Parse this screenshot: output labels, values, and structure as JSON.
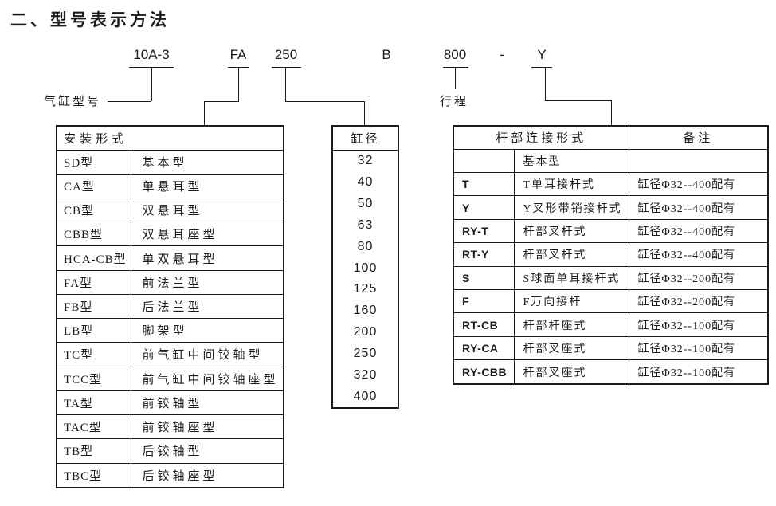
{
  "title": "二、型号表示方法",
  "colors": {
    "ink": "#1c1c1c",
    "background": "#ffffff"
  },
  "model_code": {
    "segments": [
      "10A-3",
      "FA",
      "250",
      "B",
      "800",
      "-",
      "Y"
    ]
  },
  "labels": {
    "cylinder_model": "气缸型号",
    "stroke": "行程"
  },
  "mounting_table": {
    "header": "安装形式",
    "rows": [
      {
        "code": "SD型",
        "desc": "基本型"
      },
      {
        "code": "CA型",
        "desc": "单悬耳型"
      },
      {
        "code": "CB型",
        "desc": "双悬耳型"
      },
      {
        "code": "CBB型",
        "desc": "双悬耳座型"
      },
      {
        "code": "HCA-CB型",
        "desc": "单双悬耳型"
      },
      {
        "code": "FA型",
        "desc": "前法兰型"
      },
      {
        "code": "FB型",
        "desc": "后法兰型"
      },
      {
        "code": "LB型",
        "desc": "脚架型"
      },
      {
        "code": "TC型",
        "desc": "前气缸中间铰轴型"
      },
      {
        "code": "TCC型",
        "desc": "前气缸中间铰轴座型"
      },
      {
        "code": "TA型",
        "desc": "前铰轴型"
      },
      {
        "code": "TAC型",
        "desc": "前铰轴座型"
      },
      {
        "code": "TB型",
        "desc": "后铰轴型"
      },
      {
        "code": "TBC型",
        "desc": "后铰轴座型"
      }
    ]
  },
  "bore_table": {
    "header": "缸径",
    "values": [
      "32",
      "40",
      "50",
      "63",
      "80",
      "100",
      "125",
      "160",
      "200",
      "250",
      "320",
      "400"
    ]
  },
  "rod_table": {
    "headers": {
      "connection": "杆部连接形式",
      "remark": "备注"
    },
    "rows": [
      {
        "code": "",
        "desc": "基本型",
        "remark": ""
      },
      {
        "code": "T",
        "desc": "T单耳接杆式",
        "remark": "缸径Φ32--400配有"
      },
      {
        "code": "Y",
        "desc": "Y叉形带销接杆式",
        "remark": "缸径Φ32--400配有"
      },
      {
        "code": "RY-T",
        "desc": "杆部叉杆式",
        "remark": "缸径Φ32--400配有"
      },
      {
        "code": "RT-Y",
        "desc": "杆部叉杆式",
        "remark": "缸径Φ32--400配有"
      },
      {
        "code": "S",
        "desc": "S球面单耳接杆式",
        "remark": "缸径Φ32--200配有"
      },
      {
        "code": "F",
        "desc": "F万向接杆",
        "remark": "缸径Φ32--200配有"
      },
      {
        "code": "RT-CB",
        "desc": "杆部杆座式",
        "remark": "缸径Φ32--100配有"
      },
      {
        "code": "RY-CA",
        "desc": "杆部叉座式",
        "remark": "缸径Φ32--100配有"
      },
      {
        "code": "RY-CBB",
        "desc": "杆部叉座式",
        "remark": "缸径Φ32--100配有"
      }
    ]
  }
}
